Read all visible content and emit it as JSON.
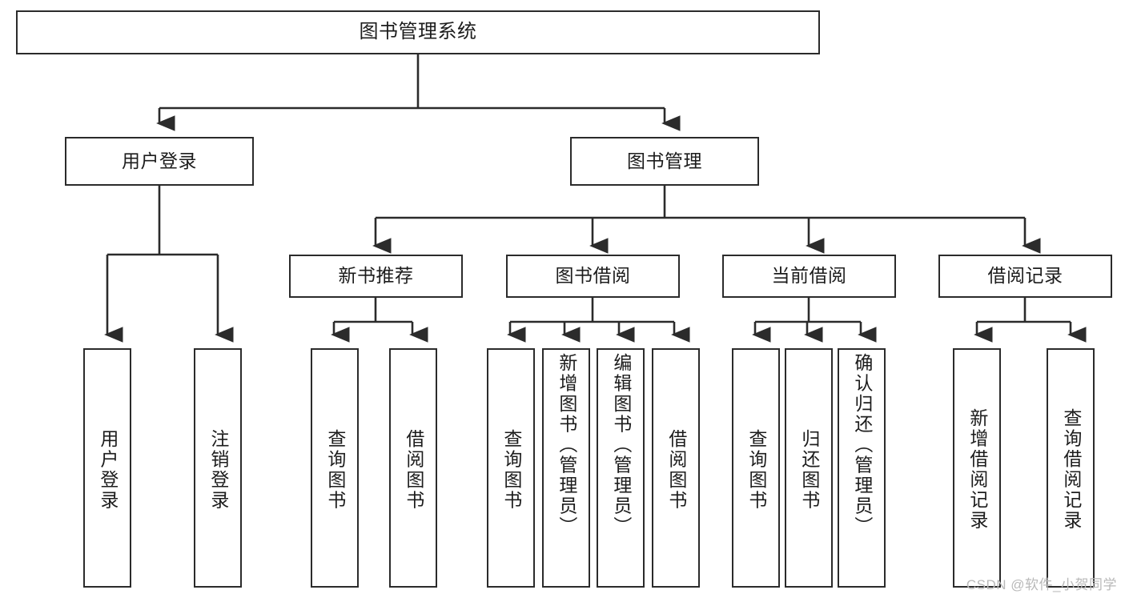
{
  "diagram": {
    "title": "图书管理系统",
    "type": "hierarchy-tree",
    "watermark": "CSDN @软件_小贺同学",
    "levels": {
      "level1": [
        {
          "id": "root",
          "label": "图书管理系统"
        }
      ],
      "level2": [
        {
          "id": "user-login",
          "label": "用户登录"
        },
        {
          "id": "book-manage",
          "label": "图书管理"
        }
      ],
      "level3": [
        {
          "id": "new-book-recommend",
          "label": "新书推荐",
          "parent": "book-manage"
        },
        {
          "id": "book-borrow",
          "label": "图书借阅",
          "parent": "book-manage"
        },
        {
          "id": "current-borrow",
          "label": "当前借阅",
          "parent": "book-manage"
        },
        {
          "id": "borrow-record",
          "label": "借阅记录",
          "parent": "book-manage"
        }
      ],
      "level4": [
        {
          "id": "leaf-user-login",
          "label": "用户登录",
          "parent": "user-login"
        },
        {
          "id": "leaf-logout-login",
          "label": "注销登录",
          "parent": "user-login"
        },
        {
          "id": "leaf-query-book-1",
          "label": "查询图书",
          "parent": "new-book-recommend"
        },
        {
          "id": "leaf-borrow-book-1",
          "label": "借阅图书",
          "parent": "new-book-recommend"
        },
        {
          "id": "leaf-query-book-2",
          "label": "查询图书",
          "parent": "book-borrow"
        },
        {
          "id": "leaf-add-book",
          "label": "新增图书（管理员）",
          "parent": "book-borrow"
        },
        {
          "id": "leaf-edit-book",
          "label": "编辑图书（管理员）",
          "parent": "book-borrow"
        },
        {
          "id": "leaf-borrow-book-2",
          "label": "借阅图书",
          "parent": "book-borrow"
        },
        {
          "id": "leaf-query-book-3",
          "label": "查询图书",
          "parent": "current-borrow"
        },
        {
          "id": "leaf-return-book",
          "label": "归还图书",
          "parent": "current-borrow"
        },
        {
          "id": "leaf-confirm-return",
          "label": "确认归还（管理员）",
          "parent": "current-borrow"
        },
        {
          "id": "leaf-add-record",
          "label": "新增借阅记录",
          "parent": "borrow-record"
        },
        {
          "id": "leaf-query-record",
          "label": "查询借阅记录",
          "parent": "borrow-record"
        }
      ]
    },
    "colors": {
      "stroke": "#2b2b2b",
      "fill": "#ffffff",
      "text": "#1c1c1c",
      "watermark": "#b9b9b9"
    }
  }
}
